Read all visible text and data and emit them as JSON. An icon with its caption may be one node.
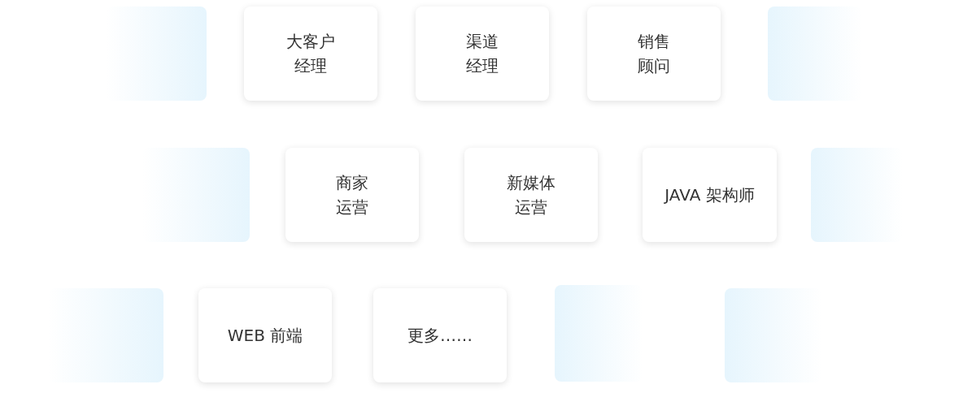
{
  "diagram": {
    "nodes": [
      {
        "text": [],
        "shape": "box"
      },
      {
        "text": [
          "大客户经理"
        ]
      },
      {
        "text": [
          "渠道经理"
        ]
      },
      {
        "text": [
          "销售顾问"
        ]
      },
      {
        "text": [],
        "shape": "box"
      },
      {
        "text": [],
        "shape": "box"
      },
      {
        "text": [
          "商家运营"
        ]
      },
      {
        "text": [
          "新媒体运营"
        ]
      },
      {
        "text": [
          "JAVA 架构师"
        ]
      },
      {
        "text": [],
        "shape": "box"
      },
      {
        "text": [],
        "shape": "box"
      },
      {
        "text": [
          "WEB 前端"
        ]
      },
      {
        "text": [
          "更多……"
        ]
      },
      {
        "text": [],
        "shape": "box"
      },
      {
        "text": [],
        "shape": "box"
      }
    ]
  }
}
